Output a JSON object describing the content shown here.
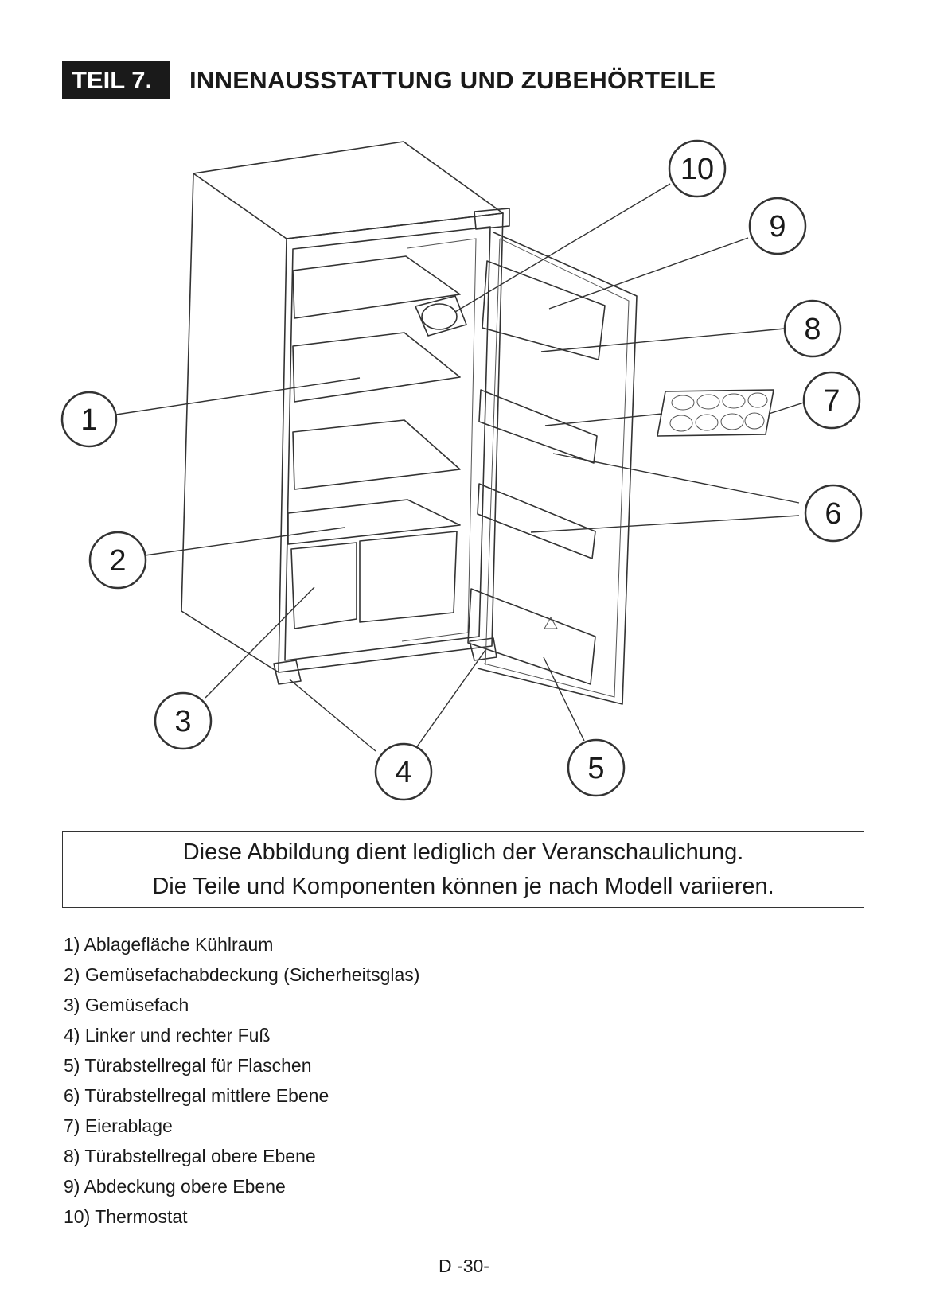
{
  "header": {
    "badge": "TEIL 7.",
    "title": "INNENAUSSTATTUNG UND ZUBEHÖRTEILE"
  },
  "callouts": [
    "1",
    "2",
    "3",
    "4",
    "5",
    "6",
    "7",
    "8",
    "9",
    "10"
  ],
  "note": {
    "line1": "Diese Abbildung dient lediglich der Veranschaulichung.",
    "line2": "Die Teile und Komponenten können je nach Modell variieren."
  },
  "parts": [
    "1) Ablagefläche Kühlraum",
    "2) Gemüsefachabdeckung (Sicherheitsglas)",
    "3) Gemüsefach",
    "4) Linker und rechter Fuß",
    "5) Türabstellregal für Flaschen",
    "6) Türabstellregal mittlere Ebene",
    "7) Eierablage",
    "8) Türabstellregal obere Ebene",
    "9) Abdeckung obere Ebene",
    "10) Thermostat"
  ],
  "footer": {
    "page": "D -30-"
  }
}
